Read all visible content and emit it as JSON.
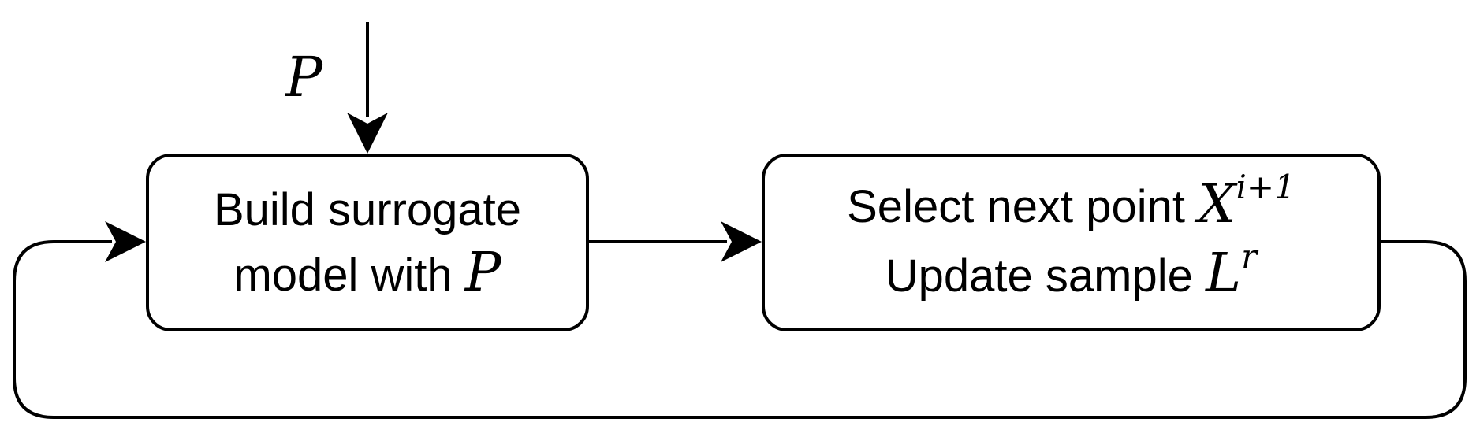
{
  "input_label": "P",
  "boxes": {
    "build": {
      "line1": "Build surrogate",
      "line2_text": "model with ",
      "line2_math": "P"
    },
    "select": {
      "line1_text": "Select next point ",
      "line1_math": "X",
      "line1_sup": "i+1",
      "line2_text": "Update sample ",
      "line2_math": "L",
      "line2_sup": "r"
    }
  }
}
